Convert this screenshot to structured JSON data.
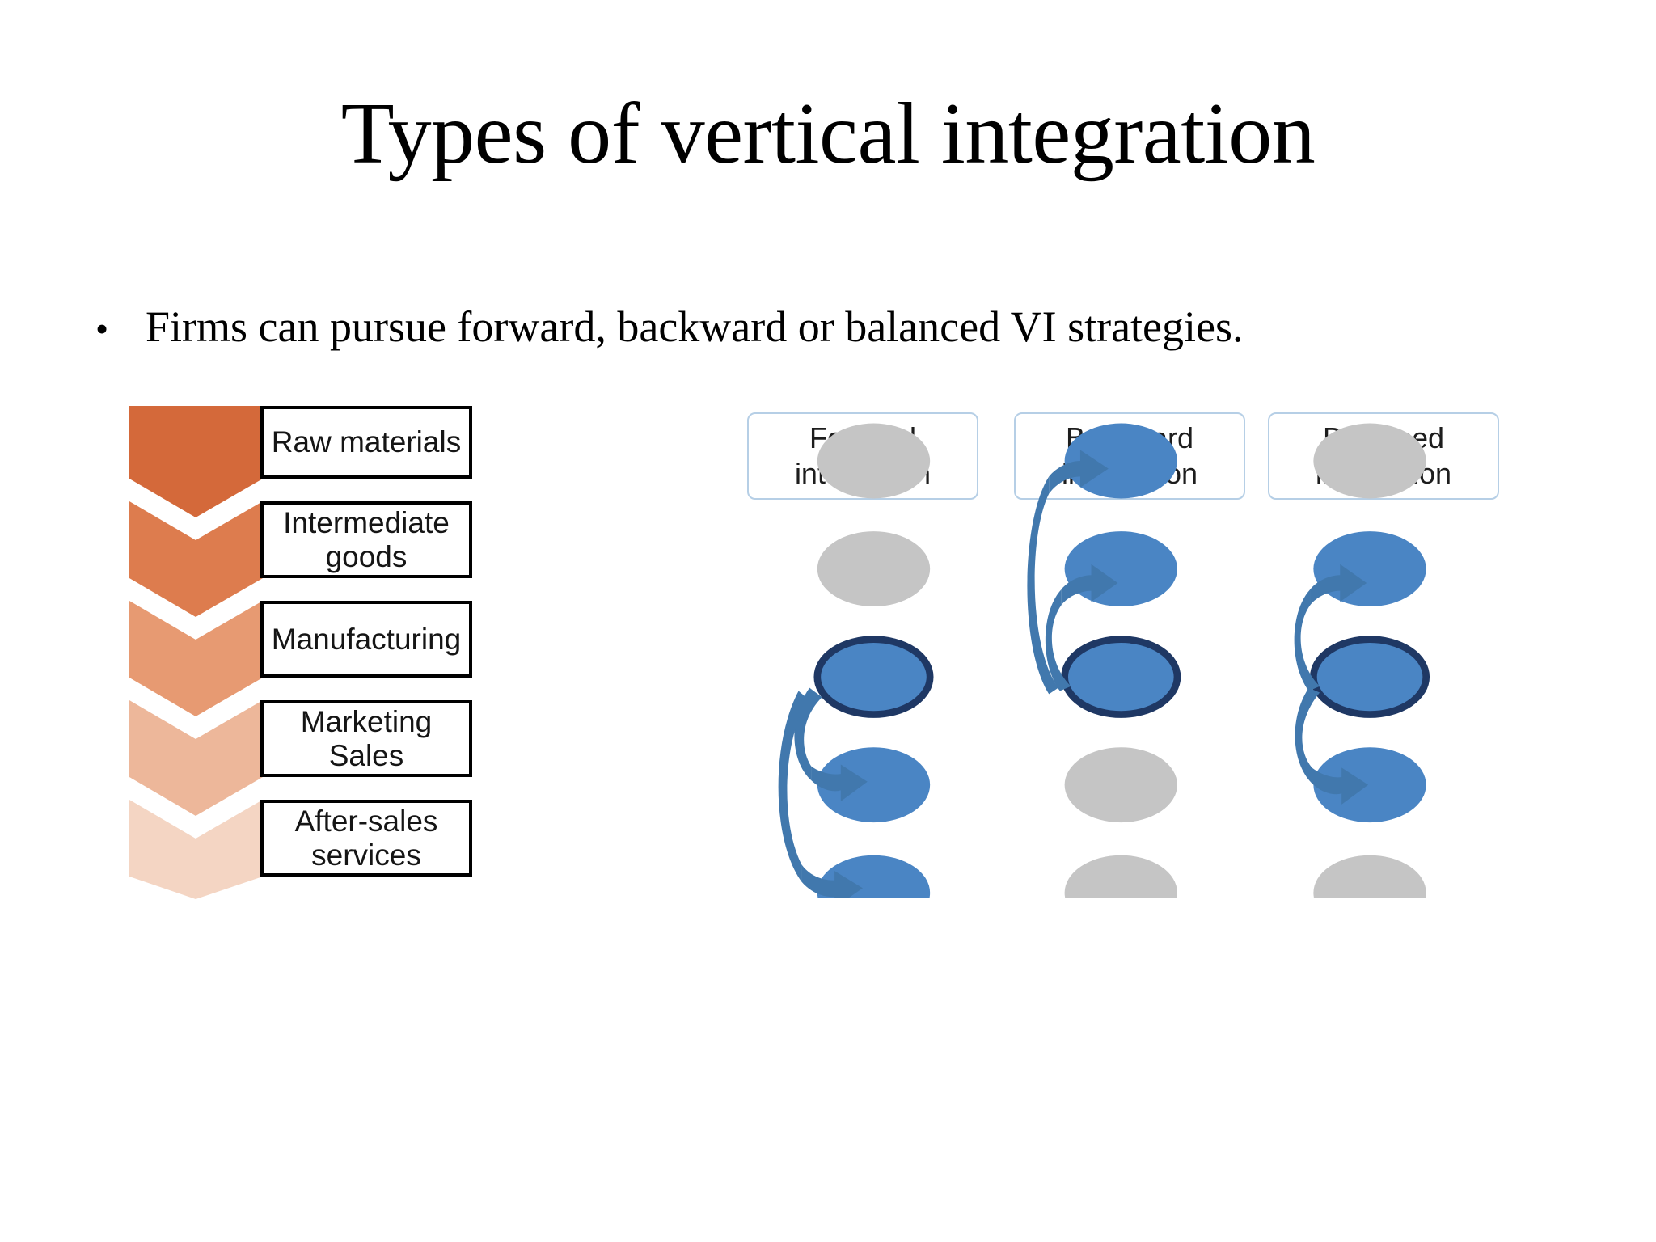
{
  "slide": {
    "title": "Types of vertical integration",
    "bullet_marker": "•",
    "bullet_text": "Firms can pursue forward, backward or balanced VI strategies."
  },
  "value_chain": {
    "name": "vertical value chain",
    "stages": [
      {
        "label": "Raw materials",
        "color": "#d4693a"
      },
      {
        "label": "Intermediate goods",
        "color": "#dd7c4e"
      },
      {
        "label": "Manufacturing",
        "color": "#e79a72"
      },
      {
        "label": "Marketing Sales",
        "color": "#edb79a"
      },
      {
        "label": "After-sales services",
        "color": "#f4d5c3"
      }
    ],
    "stage_labels": [
      "Raw materials",
      "Intermediate\ngoods",
      "Manufacturing",
      "Marketing\nSales",
      "After-sales\nservices"
    ]
  },
  "integration": {
    "columns": [
      {
        "id": "forward",
        "title": "Forward\nintegration",
        "title_line1": "Forward",
        "title_line2": "integration"
      },
      {
        "id": "backward",
        "title": "Backward\nintegration",
        "title_line1": "Backward",
        "title_line2": "integration"
      },
      {
        "id": "balanced",
        "title": "Balanced\nintegration",
        "title_line1": "Balanced",
        "title_line2": "integration"
      }
    ],
    "rows": [
      "Raw materials",
      "Intermediate goods",
      "Manufacturing",
      "Marketing Sales",
      "After-sales services"
    ],
    "states": {
      "forward": [
        "inactive",
        "inactive",
        "focus",
        "active",
        "active"
      ],
      "backward": [
        "active",
        "active",
        "focus",
        "inactive",
        "inactive"
      ],
      "balanced": [
        "inactive",
        "active",
        "focus",
        "active",
        "inactive"
      ]
    },
    "arrows": {
      "forward": [
        "manufacturing-to-marketing",
        "manufacturing-to-after-sales"
      ],
      "backward": [
        "manufacturing-to-raw-materials",
        "manufacturing-to-intermediate-goods"
      ],
      "balanced": [
        "manufacturing-to-intermediate-goods",
        "manufacturing-to-marketing"
      ]
    }
  },
  "colors": {
    "ellipse_active": "#4a85c4",
    "ellipse_inactive": "#c5c5c5",
    "ellipse_focus_outline": "#1f3864",
    "arrow": "#4178ad",
    "header_border": "#b6cfe6",
    "chain_border": "#000000"
  }
}
